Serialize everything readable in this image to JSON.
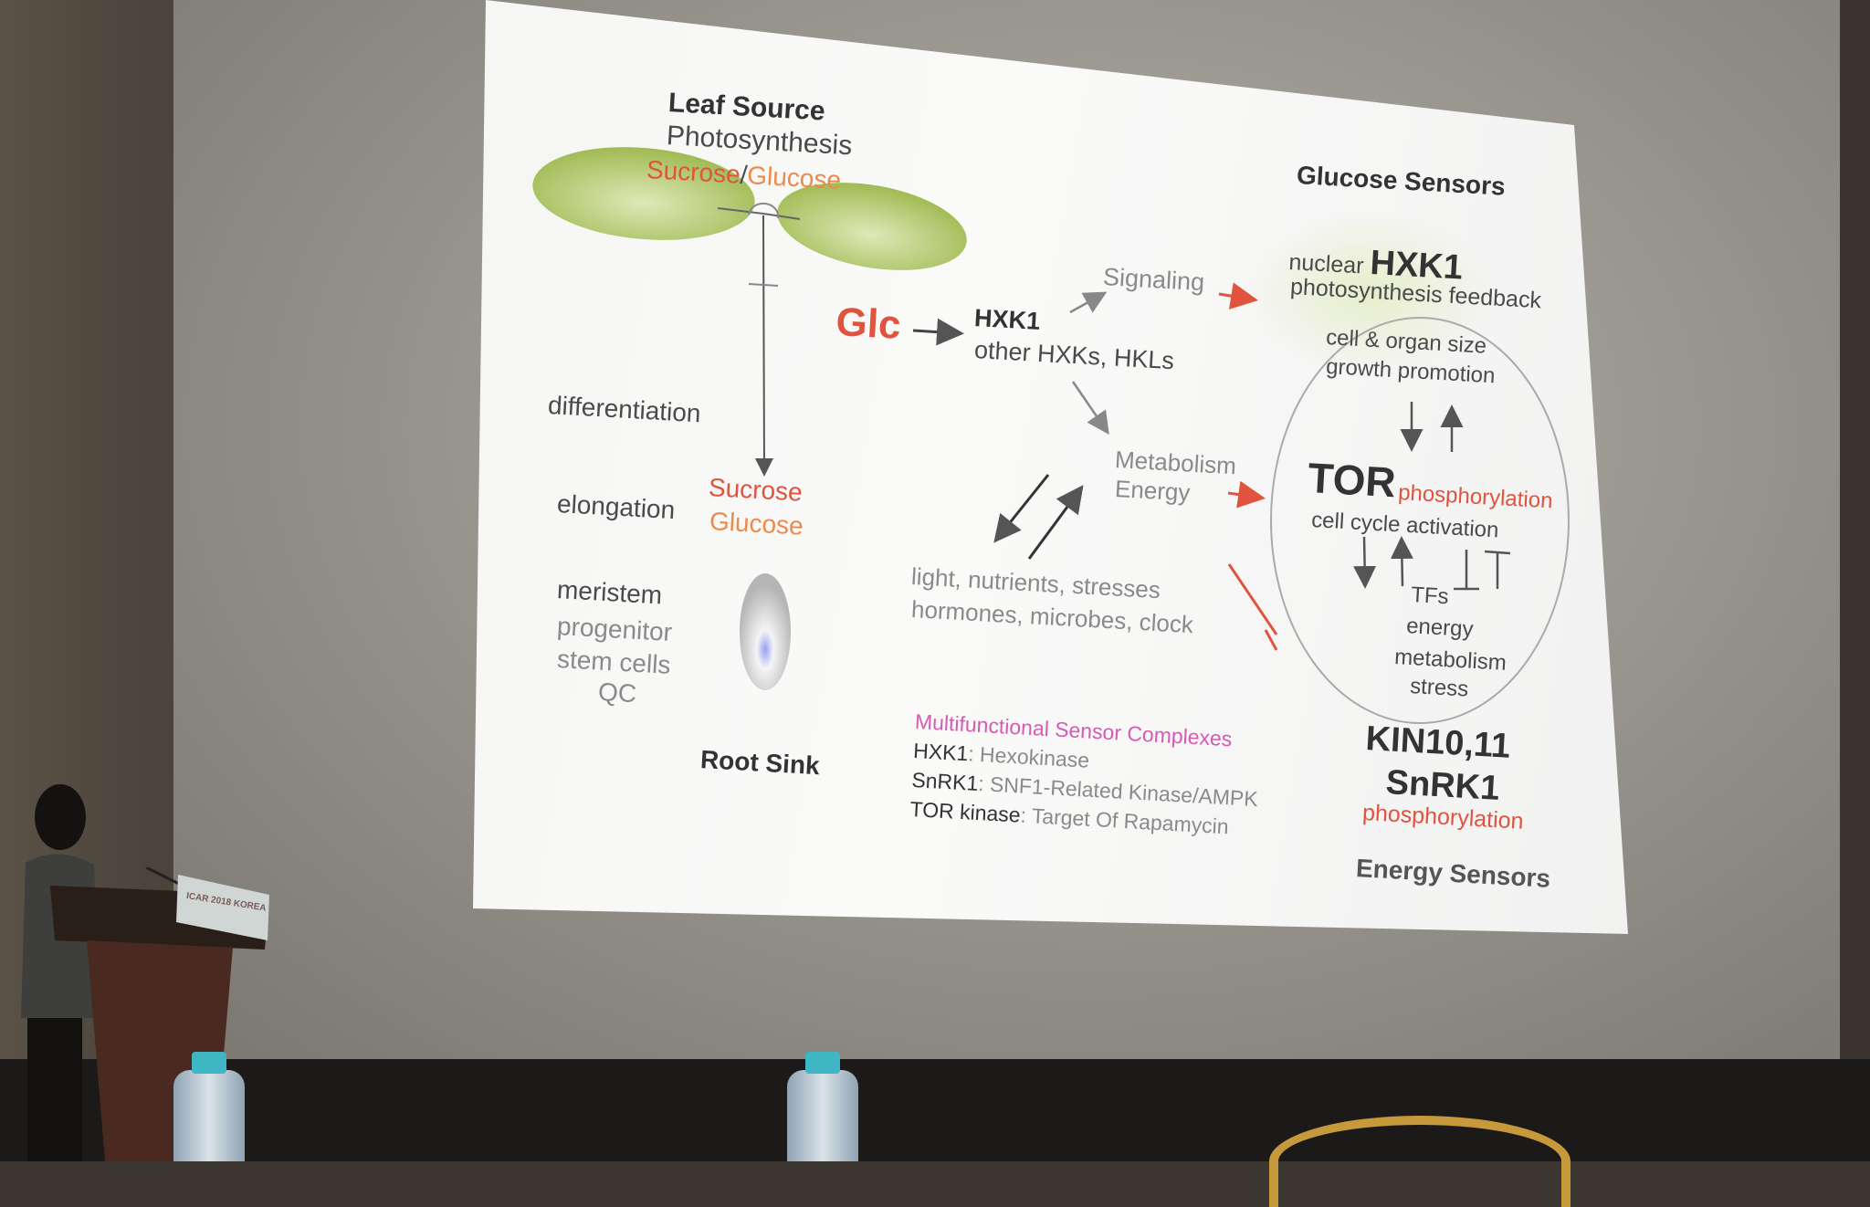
{
  "slide": {
    "leaf_source": "Leaf Source",
    "photosynthesis": "Photosynthesis",
    "sucrose_top": "Sucrose",
    "slash": "/",
    "glucose_top": "Glucose",
    "glucose_sensors": "Glucose Sensors",
    "nuclear": "nuclear",
    "nuclear_hxk1": "HXK1",
    "photosynthesis_feedback": "photosynthesis feedback",
    "glc": "Glc",
    "hxk1": "HXK1",
    "other_hxks": "other HXKs, HKLs",
    "signaling": "Signaling",
    "differentiation": "differentiation",
    "metabolism": "Metabolism",
    "energy": "Energy",
    "cell_organ_size": "cell & organ size",
    "growth_promotion": "growth promotion",
    "tor": "TOR",
    "tor_phosphorylation": "phosphorylation",
    "cell_cycle": "cell cycle activation",
    "tfs": "TFs",
    "energy_low": "energy",
    "metabolism_low": "metabolism",
    "stress": "stress",
    "elongation": "elongation",
    "sucrose_root": "Sucrose",
    "glucose_root": "Glucose",
    "signals_1": "light, nutrients, stresses",
    "signals_2": "hormones, microbes, clock",
    "meristem": "meristem",
    "progenitor": "progenitor",
    "stem_cells": "stem cells",
    "qc": "QC",
    "root_sink": "Root Sink",
    "legend": {
      "title": "Multifunctional Sensor Complexes",
      "items": [
        {
          "term": "HXK1",
          "desc": ": Hexokinase"
        },
        {
          "term": "SnRK1",
          "desc": ": SNF1-Related Kinase/AMPK"
        },
        {
          "term": "TOR kinase",
          "desc": ": Target Of Rapamycin"
        }
      ]
    },
    "kin": "KIN10,11",
    "snrk1": "SnRK1",
    "snrk1_phosphorylation": "phosphorylation",
    "energy_sensors": "Energy Sensors"
  },
  "podium_sign": "ICAR 2018 KOREA",
  "colors": {
    "red": "#e0533f",
    "orange": "#ec8a4c",
    "pink": "#d65bb5",
    "leaf": "#a9c060"
  }
}
